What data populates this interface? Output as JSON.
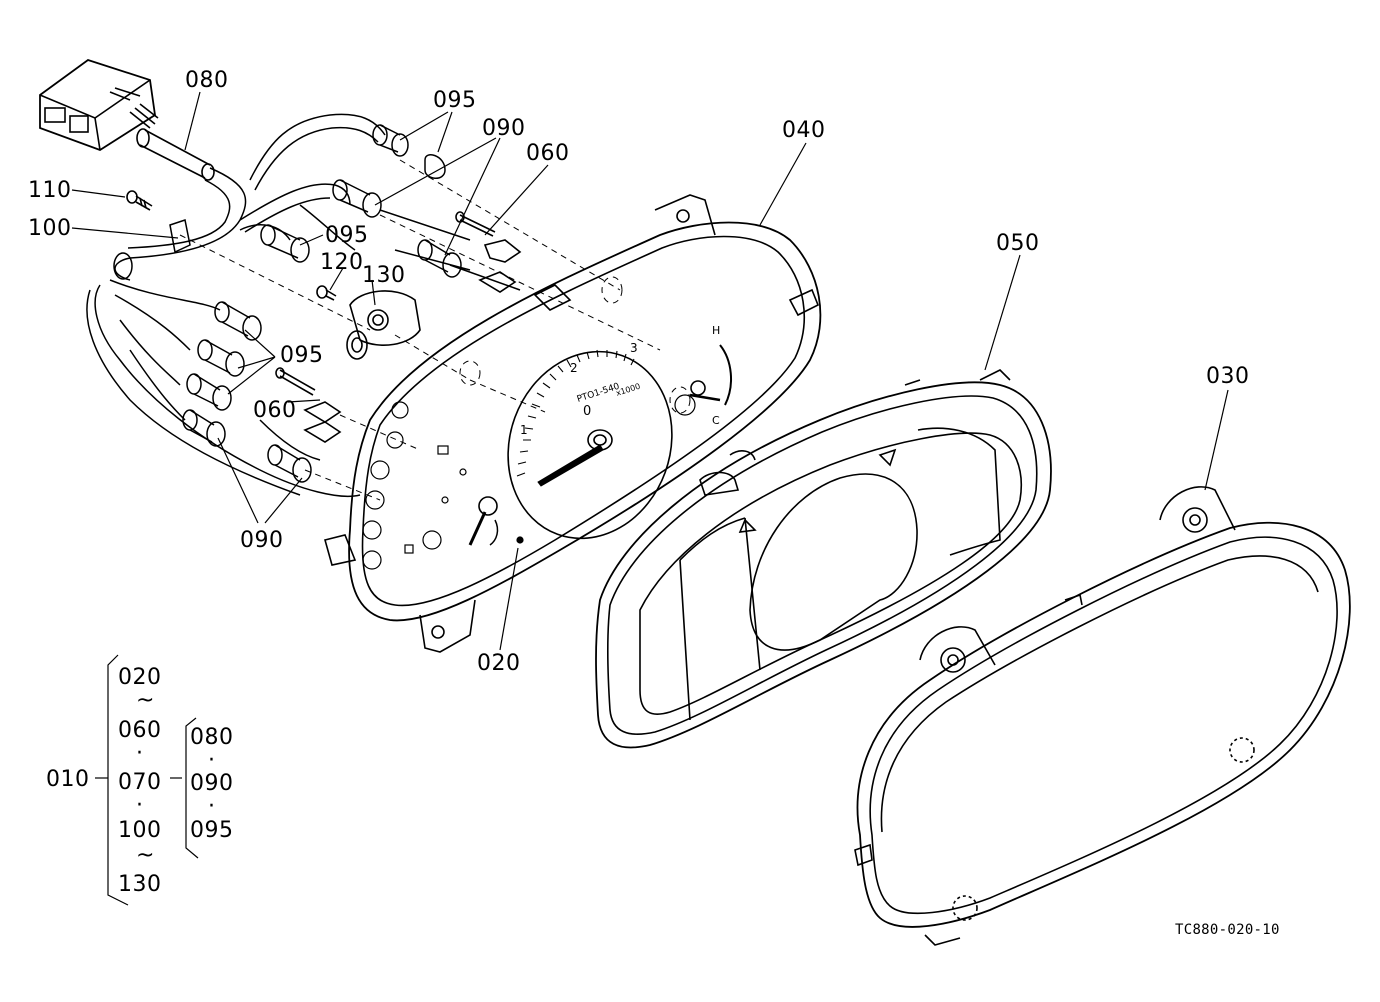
{
  "callouts": [
    {
      "id": "c080a",
      "label": "080"
    },
    {
      "id": "c095a",
      "label": "095"
    },
    {
      "id": "c090a",
      "label": "090"
    },
    {
      "id": "c060a",
      "label": "060"
    },
    {
      "id": "c040",
      "label": "040"
    },
    {
      "id": "c110",
      "label": "110"
    },
    {
      "id": "c100",
      "label": "100"
    },
    {
      "id": "c095b",
      "label": "095"
    },
    {
      "id": "c120",
      "label": "120"
    },
    {
      "id": "c130",
      "label": "130"
    },
    {
      "id": "c050",
      "label": "050"
    },
    {
      "id": "c030",
      "label": "030"
    },
    {
      "id": "c095c",
      "label": "095"
    },
    {
      "id": "c060b",
      "label": "060"
    },
    {
      "id": "c090b",
      "label": "090"
    },
    {
      "id": "c020",
      "label": "020"
    }
  ],
  "gauge": {
    "model": "PTO1-540",
    "scale": "x1000",
    "zero": "0",
    "mark_1": "1",
    "mark_2": "2",
    "mark_3": "3",
    "temp_high": "H",
    "temp_cold": "C"
  },
  "assembly": {
    "parent": "010",
    "group1": {
      "start": "020",
      "sep1": "~",
      "mid1": "060",
      "dot1": "·",
      "mid2": "070",
      "dot2": "·",
      "mid3": "100",
      "sep2": "~",
      "end": "130"
    },
    "group2": {
      "a": "080",
      "dot1": "·",
      "b": "090",
      "dot2": "·",
      "c": "095"
    }
  },
  "drawing_number": "TC880-020-10"
}
